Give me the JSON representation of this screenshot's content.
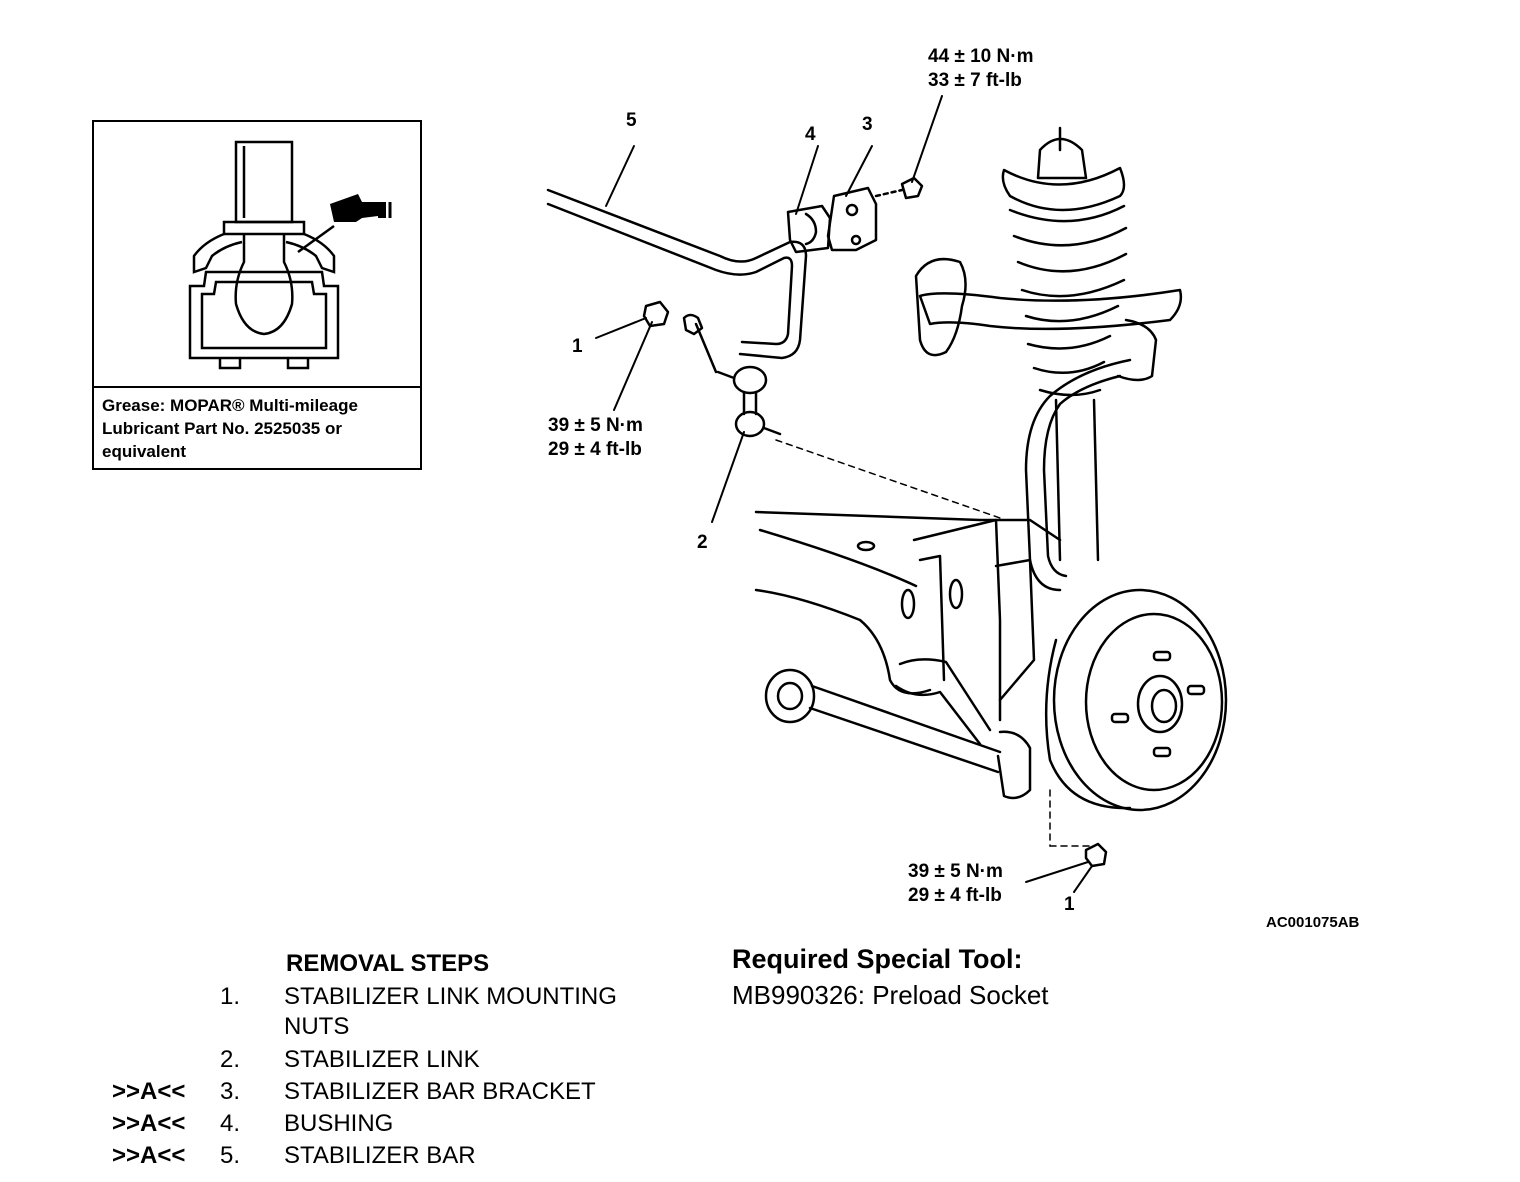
{
  "inset": {
    "grease_text": "Grease: MOPAR® Multi-mileage Lubricant Part No. 2525035 or equivalent"
  },
  "callouts": {
    "c1a": "1",
    "c1b": "1",
    "c2": "2",
    "c3": "3",
    "c4": "4",
    "c5": "5"
  },
  "torques": {
    "bracket_bolt": {
      "nm": "44 ± 10 N·m",
      "ftlb": "33 ± 7 ft-lb"
    },
    "link_nut_upper": {
      "nm": "39 ± 5 N·m",
      "ftlb": "29 ± 4 ft-lb"
    },
    "link_nut_lower": {
      "nm": "39 ± 5 N·m",
      "ftlb": "29 ± 4 ft-lb"
    }
  },
  "figure_id": "AC001075AB",
  "removal": {
    "title": "REMOVAL STEPS",
    "steps": [
      {
        "mark": "",
        "num": "1.",
        "text": "STABILIZER LINK MOUNTING NUTS"
      },
      {
        "mark": "",
        "num": "2.",
        "text": "STABILIZER LINK"
      },
      {
        "mark": ">>A<<",
        "num": "3.",
        "text": "STABILIZER BAR BRACKET"
      },
      {
        "mark": ">>A<<",
        "num": "4.",
        "text": "BUSHING"
      },
      {
        "mark": ">>A<<",
        "num": "5.",
        "text": "STABILIZER BAR"
      }
    ]
  },
  "tool": {
    "title": "Required Special Tool:",
    "text": "MB990326: Preload Socket"
  }
}
